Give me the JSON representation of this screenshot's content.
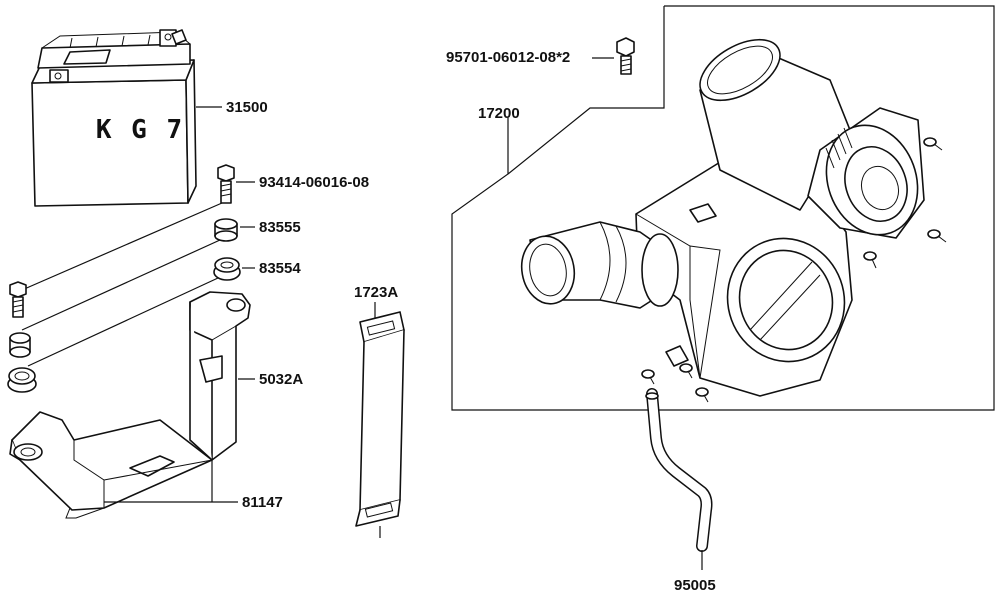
{
  "battery_marking": "K G 7",
  "labels": {
    "battery": "31500",
    "bolt_battery": "93414-06016-08",
    "collar": "83555",
    "grommet": "83554",
    "holder": "5032A",
    "bracket": "81147",
    "strap": "1723A",
    "air_cleaner": "17200",
    "bolt_cleaner": "95701-06012-08*2",
    "hose": "95005"
  }
}
